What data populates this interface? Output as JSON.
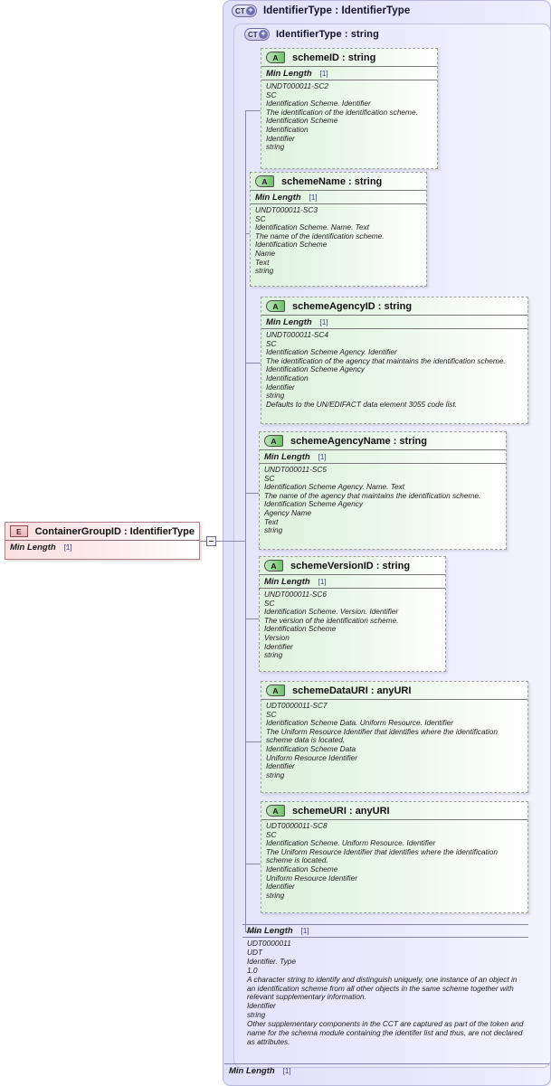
{
  "diagram": {
    "outer_type": {
      "icon": "complex-type-icon",
      "icon_text": "CT",
      "label": "IdentifierType : IdentifierType"
    },
    "inner_type": {
      "icon": "complex-type-icon",
      "icon_text": "CT",
      "label": "IdentifierType : string"
    },
    "element": {
      "icon": "element-icon",
      "icon_text": "E",
      "label": "ContainerGroupID : IdentifierType",
      "facet_label": "Min Length",
      "facet_value": "[1]"
    },
    "attributes": [
      {
        "icon_text": "A",
        "name": "schemeID : string",
        "facet_label": "Min Length",
        "facet_value": "[1]",
        "doc": [
          "UNDT000011-SC2",
          "SC",
          "Identification Scheme. Identifier",
          "The identification of the identification scheme.",
          "Identification Scheme",
          "Identification",
          "Identifier",
          "string"
        ]
      },
      {
        "icon_text": "A",
        "name": "schemeName : string",
        "facet_label": "Min Length",
        "facet_value": "[1]",
        "doc": [
          "UNDT000011-SC3",
          "SC",
          "Identification Scheme. Name. Text",
          "The name of the identification scheme.",
          "Identification Scheme",
          "Name",
          "Text",
          "string"
        ]
      },
      {
        "icon_text": "A",
        "name": "schemeAgencyID : string",
        "facet_label": "Min Length",
        "facet_value": "[1]",
        "doc": [
          "UNDT000011-SC4",
          "SC",
          "Identification Scheme Agency. Identifier",
          "The identification of the agency that maintains the identification scheme.",
          "Identification Scheme Agency",
          "Identification",
          "Identifier",
          "string",
          "Defaults to the UN/EDIFACT data element 3055 code list."
        ]
      },
      {
        "icon_text": "A",
        "name": "schemeAgencyName : string",
        "facet_label": "Min Length",
        "facet_value": "[1]",
        "doc": [
          "UNDT000011-SC5",
          "SC",
          "Identification Scheme Agency. Name. Text",
          "The name of the agency that maintains the identification scheme.",
          "Identification Scheme Agency",
          "Agency Name",
          "Text",
          "string"
        ]
      },
      {
        "icon_text": "A",
        "name": "schemeVersionID : string",
        "facet_label": "Min Length",
        "facet_value": "[1]",
        "doc": [
          "UNDT000011-SC6",
          "SC",
          "Identification Scheme. Version. Identifier",
          "The version of the identification scheme.",
          "Identification Scheme",
          "Version",
          "Identifier",
          "string"
        ]
      },
      {
        "icon_text": "A",
        "name": "schemeDataURI : anyURI",
        "facet_label": "",
        "facet_value": "",
        "doc": [
          "UDT0000011-SC7",
          "SC",
          "Identification Scheme Data. Uniform Resource. Identifier",
          "The Uniform Resource Identifier that identifies where the identification scheme data is located.",
          "Identification Scheme Data",
          "Uniform Resource Identifier",
          "Identifier",
          "string"
        ]
      },
      {
        "icon_text": "A",
        "name": "schemeURI : anyURI",
        "facet_label": "",
        "facet_value": "",
        "doc": [
          "UDT0000011-SC8",
          "SC",
          "Identification Scheme. Uniform Resource. Identifier",
          "The Uniform Resource Identifier that identifies where the identification scheme is located.",
          "Identification Scheme",
          "Uniform Resource Identifier",
          "Identifier",
          "string"
        ]
      }
    ],
    "type_doc": {
      "facet_label": "Min Length",
      "facet_value": "[1]",
      "doc": [
        "UDT0000011",
        "UDT",
        "Identifier. Type",
        "1.0",
        "A character string to identify and distinguish uniquely, one instance of an object in an identification scheme from all other objects in the same scheme together with relevant supplementary information.",
        "Identifier",
        "string",
        "Other supplementary components in the CCT are captured as part of the token and name for the schema module containing the identifer list and thus, are not declared as attributes."
      ]
    },
    "outer_facet": {
      "label": "Min Length",
      "value": "[1]"
    }
  }
}
